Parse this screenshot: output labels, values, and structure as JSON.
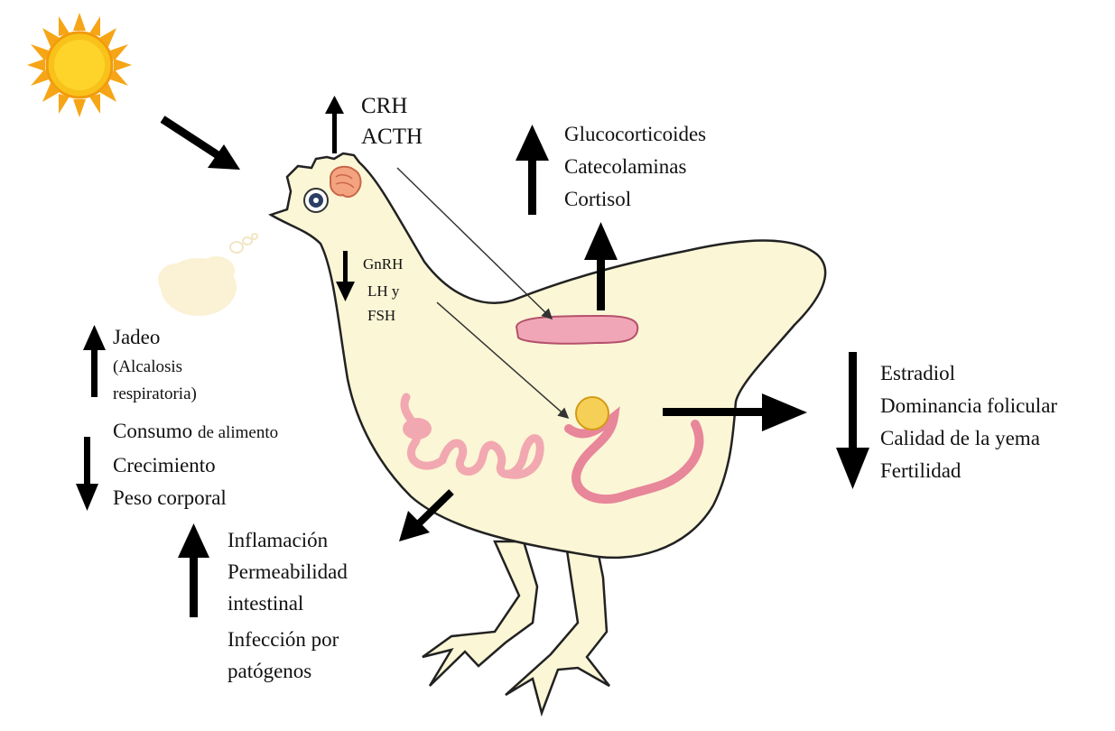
{
  "hormones_up": {
    "l1": "CRH",
    "l2": "ACTH"
  },
  "gonadal_down": {
    "l1": "GnRH",
    "l2": "LH y",
    "l3": "FSH"
  },
  "adrenal_up": {
    "l1": "Glucocorticoides",
    "l2": "Catecolaminas",
    "l3": "Cortisol"
  },
  "respiratory_up": {
    "l1": "Jadeo",
    "l2": "(Alcalosis",
    "l3": "respiratoria)"
  },
  "growth_down": {
    "l1a": "Consumo ",
    "l1b": "de alimento",
    "l2": "Crecimiento",
    "l3": "Peso corporal"
  },
  "gut_up": {
    "l1": "Inflamación",
    "l2": "Permeabilidad",
    "l3": "intestinal",
    "l4": "Infección por",
    "l5": "patógenos"
  },
  "reproductive_down": {
    "l1": "Estradiol",
    "l2": "Dominancia folicular",
    "l3": "Calidad de la yema",
    "l4": "Fertilidad"
  },
  "colors": {
    "body": "#fbf6d6",
    "outline": "#222222",
    "organ": "#f0a6b6",
    "sun": "#f8c21a",
    "arrow": "#000000"
  }
}
